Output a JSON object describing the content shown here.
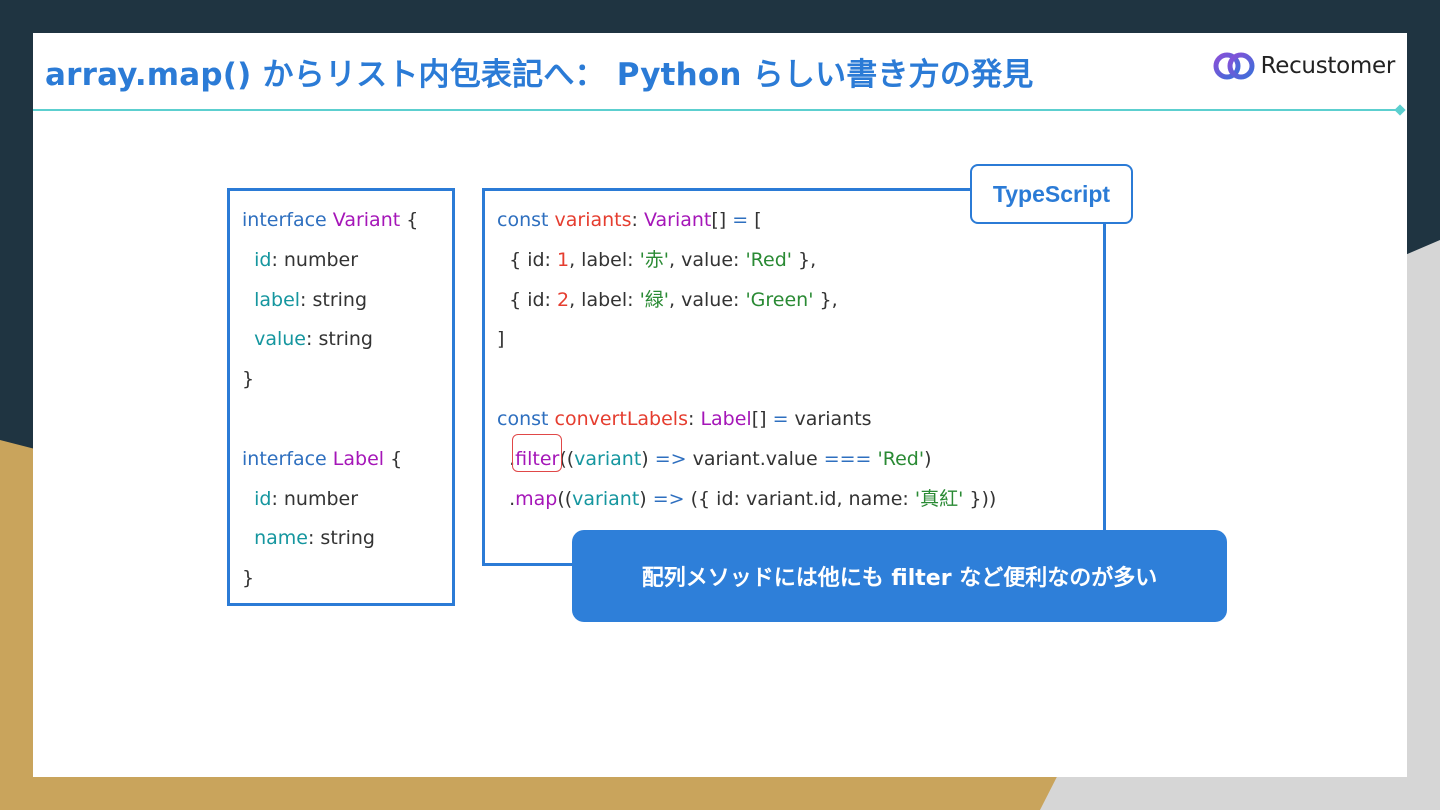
{
  "title": "array.map() からリスト内包表記へ： Python らしい書き方の発見",
  "logo": {
    "text": "Recustomer",
    "icon": "recustomer-logo-icon"
  },
  "badge": "TypeScript",
  "callout": "配列メソッドには他にも filter など便利なのが多い",
  "colors": {
    "accent": "#2b7bd6",
    "divider": "#5ccfcf",
    "keyword": "#2e6fbf",
    "type": "#a516b8",
    "property": "#15969f",
    "number": "#e53d2f",
    "string": "#2a8a34",
    "highlight": "#e04848"
  },
  "code_left": [
    [
      {
        "t": "interface",
        "c": "kw"
      },
      {
        "t": " "
      },
      {
        "t": "Variant",
        "c": "ty"
      },
      {
        "t": " {"
      }
    ],
    [
      {
        "t": "  "
      },
      {
        "t": "id",
        "c": "pr"
      },
      {
        "t": ": number"
      }
    ],
    [
      {
        "t": "  "
      },
      {
        "t": "label",
        "c": "pr"
      },
      {
        "t": ": string"
      }
    ],
    [
      {
        "t": "  "
      },
      {
        "t": "value",
        "c": "pr"
      },
      {
        "t": ": string"
      }
    ],
    [
      {
        "t": "}"
      }
    ],
    [
      {
        "t": ""
      }
    ],
    [
      {
        "t": "interface",
        "c": "kw"
      },
      {
        "t": " "
      },
      {
        "t": "Label",
        "c": "ty"
      },
      {
        "t": " {"
      }
    ],
    [
      {
        "t": "  "
      },
      {
        "t": "id",
        "c": "pr"
      },
      {
        "t": ": number"
      }
    ],
    [
      {
        "t": "  "
      },
      {
        "t": "name",
        "c": "pr"
      },
      {
        "t": ": string"
      }
    ],
    [
      {
        "t": "}"
      }
    ]
  ],
  "code_right": [
    [
      {
        "t": "const",
        "c": "kw"
      },
      {
        "t": " "
      },
      {
        "t": "variants",
        "c": "nm"
      },
      {
        "t": ": "
      },
      {
        "t": "Variant",
        "c": "ty"
      },
      {
        "t": "[] "
      },
      {
        "t": "=",
        "c": "op"
      },
      {
        "t": " ["
      }
    ],
    [
      {
        "t": "  { id: "
      },
      {
        "t": "1",
        "c": "nm"
      },
      {
        "t": ", label: "
      },
      {
        "t": "'赤'",
        "c": "st"
      },
      {
        "t": ", value: "
      },
      {
        "t": "'Red'",
        "c": "st"
      },
      {
        "t": " },"
      }
    ],
    [
      {
        "t": "  { id: "
      },
      {
        "t": "2",
        "c": "nm"
      },
      {
        "t": ", label: "
      },
      {
        "t": "'緑'",
        "c": "st"
      },
      {
        "t": ", value: "
      },
      {
        "t": "'Green'",
        "c": "st"
      },
      {
        "t": " },"
      }
    ],
    [
      {
        "t": "]"
      }
    ],
    [
      {
        "t": ""
      }
    ],
    [
      {
        "t": "const",
        "c": "kw"
      },
      {
        "t": " "
      },
      {
        "t": "convertLabels",
        "c": "nm"
      },
      {
        "t": ": "
      },
      {
        "t": "Label",
        "c": "ty"
      },
      {
        "t": "[] "
      },
      {
        "t": "=",
        "c": "op"
      },
      {
        "t": " variants"
      }
    ],
    [
      {
        "t": "  ."
      },
      {
        "t": "filter",
        "c": "fn"
      },
      {
        "t": "(("
      },
      {
        "t": "variant",
        "c": "pr"
      },
      {
        "t": ") "
      },
      {
        "t": "=>",
        "c": "op"
      },
      {
        "t": " variant.value "
      },
      {
        "t": "===",
        "c": "op"
      },
      {
        "t": " "
      },
      {
        "t": "'Red'",
        "c": "st"
      },
      {
        "t": ")"
      }
    ],
    [
      {
        "t": "  ."
      },
      {
        "t": "map",
        "c": "fn"
      },
      {
        "t": "(("
      },
      {
        "t": "variant",
        "c": "pr"
      },
      {
        "t": ") "
      },
      {
        "t": "=>",
        "c": "op"
      },
      {
        "t": " ({ id: variant.id, name: "
      },
      {
        "t": "'真紅'",
        "c": "st"
      },
      {
        "t": " }))"
      }
    ]
  ]
}
